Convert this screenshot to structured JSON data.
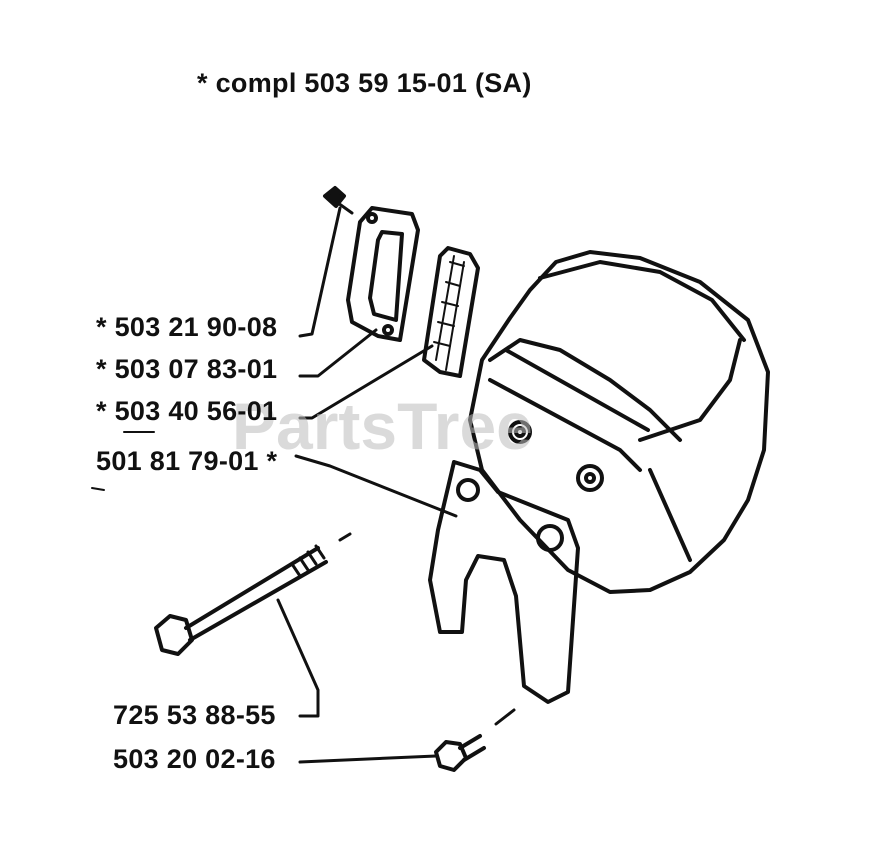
{
  "title": "*  compl 503 59 15-01 (SA)",
  "labels": {
    "l1": "*  503 21 90-08",
    "l2": "*  503 07 83-01",
    "l3": "*  503 40 56-01",
    "l4": "501 81 79-01  *",
    "l5": "725 53 88-55",
    "l6": "503 20 02-16"
  },
  "watermark": "PartsTree",
  "colors": {
    "ink": "#111111",
    "background": "#ffffff"
  }
}
